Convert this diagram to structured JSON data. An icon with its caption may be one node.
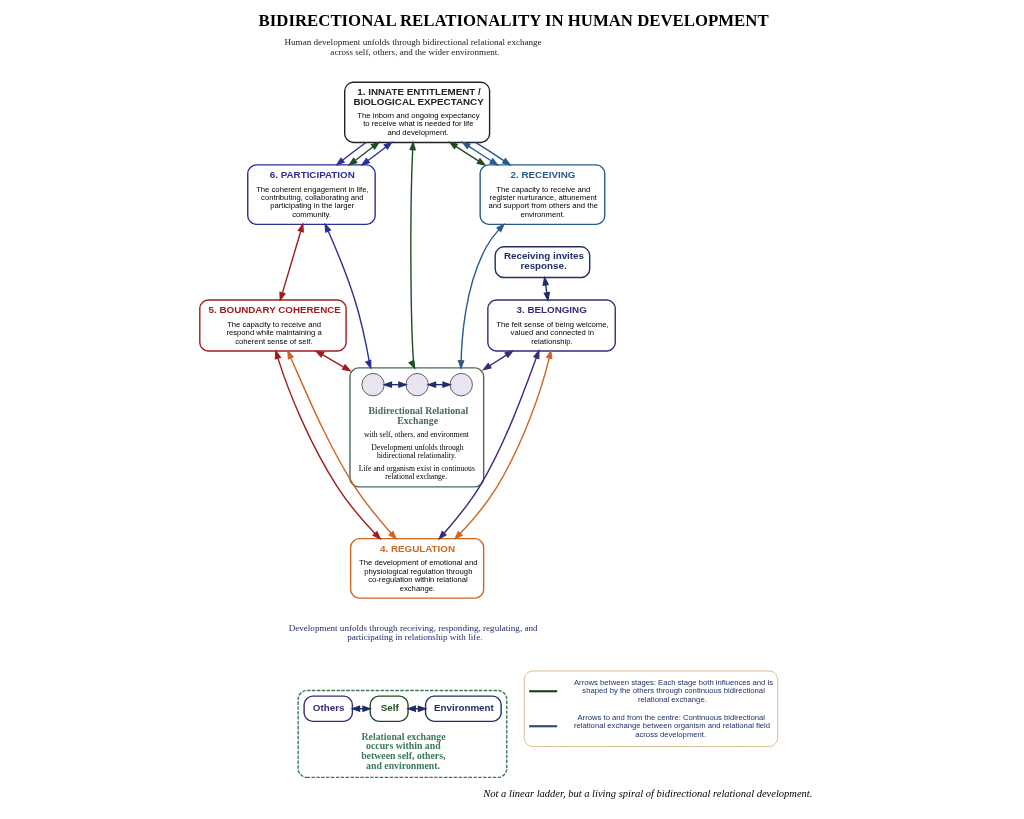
{
  "diagram": {
    "title": "BIDIRECTIONAL RELATIONALITY IN HUMAN DEVELOPMENT",
    "caption": "Not a linear ladder, but a living spiral of bidirectional relational development.",
    "nodes": [
      {
        "text": [
          "1. INNATE ENTITLEMENT / BIOLOGICAL EXPECTANCY",
          "The inborn and ongoing expectancy to receive what is needed for life and development."
        ]
      },
      {
        "text": [
          "2. RECEIVING",
          "The capacity to receive and register nurturance, attunement and support from others and the environment."
        ]
      },
      {
        "text": [
          "Receiving invites response."
        ]
      },
      {
        "text": [
          "3. BELONGING",
          "The felt sense of being welcome, valued and connected in relationship."
        ]
      },
      {
        "text": [
          "4. REGULATION",
          "The development of emotional and physiological regulation through co-regulation within relational exchange."
        ]
      },
      {
        "text": [
          "5. BOUNDARY COHERENCE",
          "The capacity to receive and respond while maintaining a coherent sense of self."
        ]
      },
      {
        "text": [
          "6. PARTICIPATION",
          "The coherent engagement in life, contributing, collaborating and participating in the larger community."
        ]
      },
      {
        "text": [
          "Bidirectional Relational Exchange",
          "with self, others, and environment",
          "Development unfolds through bidirectional relationality.",
          "Life and organism exist in continuous relational exchange."
        ]
      },
      {
        "text": [],
        "shape": "circle",
        "in": 7
      },
      {
        "text": [],
        "shape": "circle",
        "in": 7
      },
      {
        "text": [],
        "shape": "circle",
        "in": 7
      },
      {
        "text": [
          "Relational exchange occurs within and between self, others, and environment."
        ]
      },
      {
        "text": [
          "Others"
        ],
        "in": 11
      },
      {
        "text": [
          "Self"
        ],
        "in": 11
      },
      {
        "text": [
          "Environment"
        ],
        "in": 11
      }
    ],
    "edges": [
      {
        "from": 0,
        "to": 1,
        "arrow": "both",
        "color": "#1f4d1f"
      },
      {
        "from": 0,
        "to": 1,
        "arrow": "both",
        "color": "#2a5a8a"
      },
      {
        "from": 6,
        "to": 0,
        "arrow": "both",
        "color": "#1f4d1f"
      },
      {
        "from": 6,
        "to": 0,
        "arrow": "both",
        "color": "#2a2f9a"
      },
      {
        "from": 6,
        "to": 5,
        "arrow": "both",
        "color": "#a01c1c"
      },
      {
        "from": 2,
        "to": 3,
        "arrow": "both"
      },
      {
        "from": 5,
        "to": 4,
        "arrow": "both",
        "color": "#a01c1c"
      },
      {
        "from": 5,
        "to": 4,
        "arrow": "both",
        "color": "#d0651e"
      },
      {
        "from": 4,
        "to": 3,
        "arrow": "both",
        "color": "#3a2a7a"
      },
      {
        "from": 4,
        "to": 3,
        "arrow": "both",
        "color": "#d0651e"
      },
      {
        "from": 0,
        "to": 7,
        "arrow": "both",
        "color": "#1f4d1f"
      },
      {
        "from": 0,
        "to": 6,
        "arrow": "to",
        "color": "#2a2f9a"
      },
      {
        "from": 0,
        "to": 1,
        "arrow": "to",
        "color": "#2a5a8a"
      },
      {
        "from": 6,
        "to": 7,
        "arrow": "both",
        "color": "#2a2f9a"
      },
      {
        "from": 1,
        "to": 7,
        "arrow": "both",
        "color": "#2a5a8a"
      },
      {
        "from": 5,
        "to": 7,
        "arrow": "both",
        "color": "#a01c1c"
      },
      {
        "from": 3,
        "to": 7,
        "arrow": "both",
        "color": "#3a2a7a"
      },
      {
        "from": 8,
        "to": 9,
        "arrow": "both"
      },
      {
        "from": 9,
        "to": 10,
        "arrow": "both"
      },
      {
        "from": 12,
        "to": 13,
        "arrow": "both"
      },
      {
        "from": 13,
        "to": 14,
        "arrow": "both"
      }
    ],
    "labels": [
      "Human development unfolds through bidirectional relational exchange across self, others, and the wider environment.",
      "Development unfolds through receiving, responding, regulating, and participating in relationship with life."
    ],
    "legend": [
      {
        "text": "Arrows between stages: Each stage both influences and is shaped by the others through continuous bidirectional relational exchange."
      },
      {
        "text": "Arrows to and from the centre: Continuous bidirectional relational exchange between organism and relational field across development."
      }
    ]
  }
}
